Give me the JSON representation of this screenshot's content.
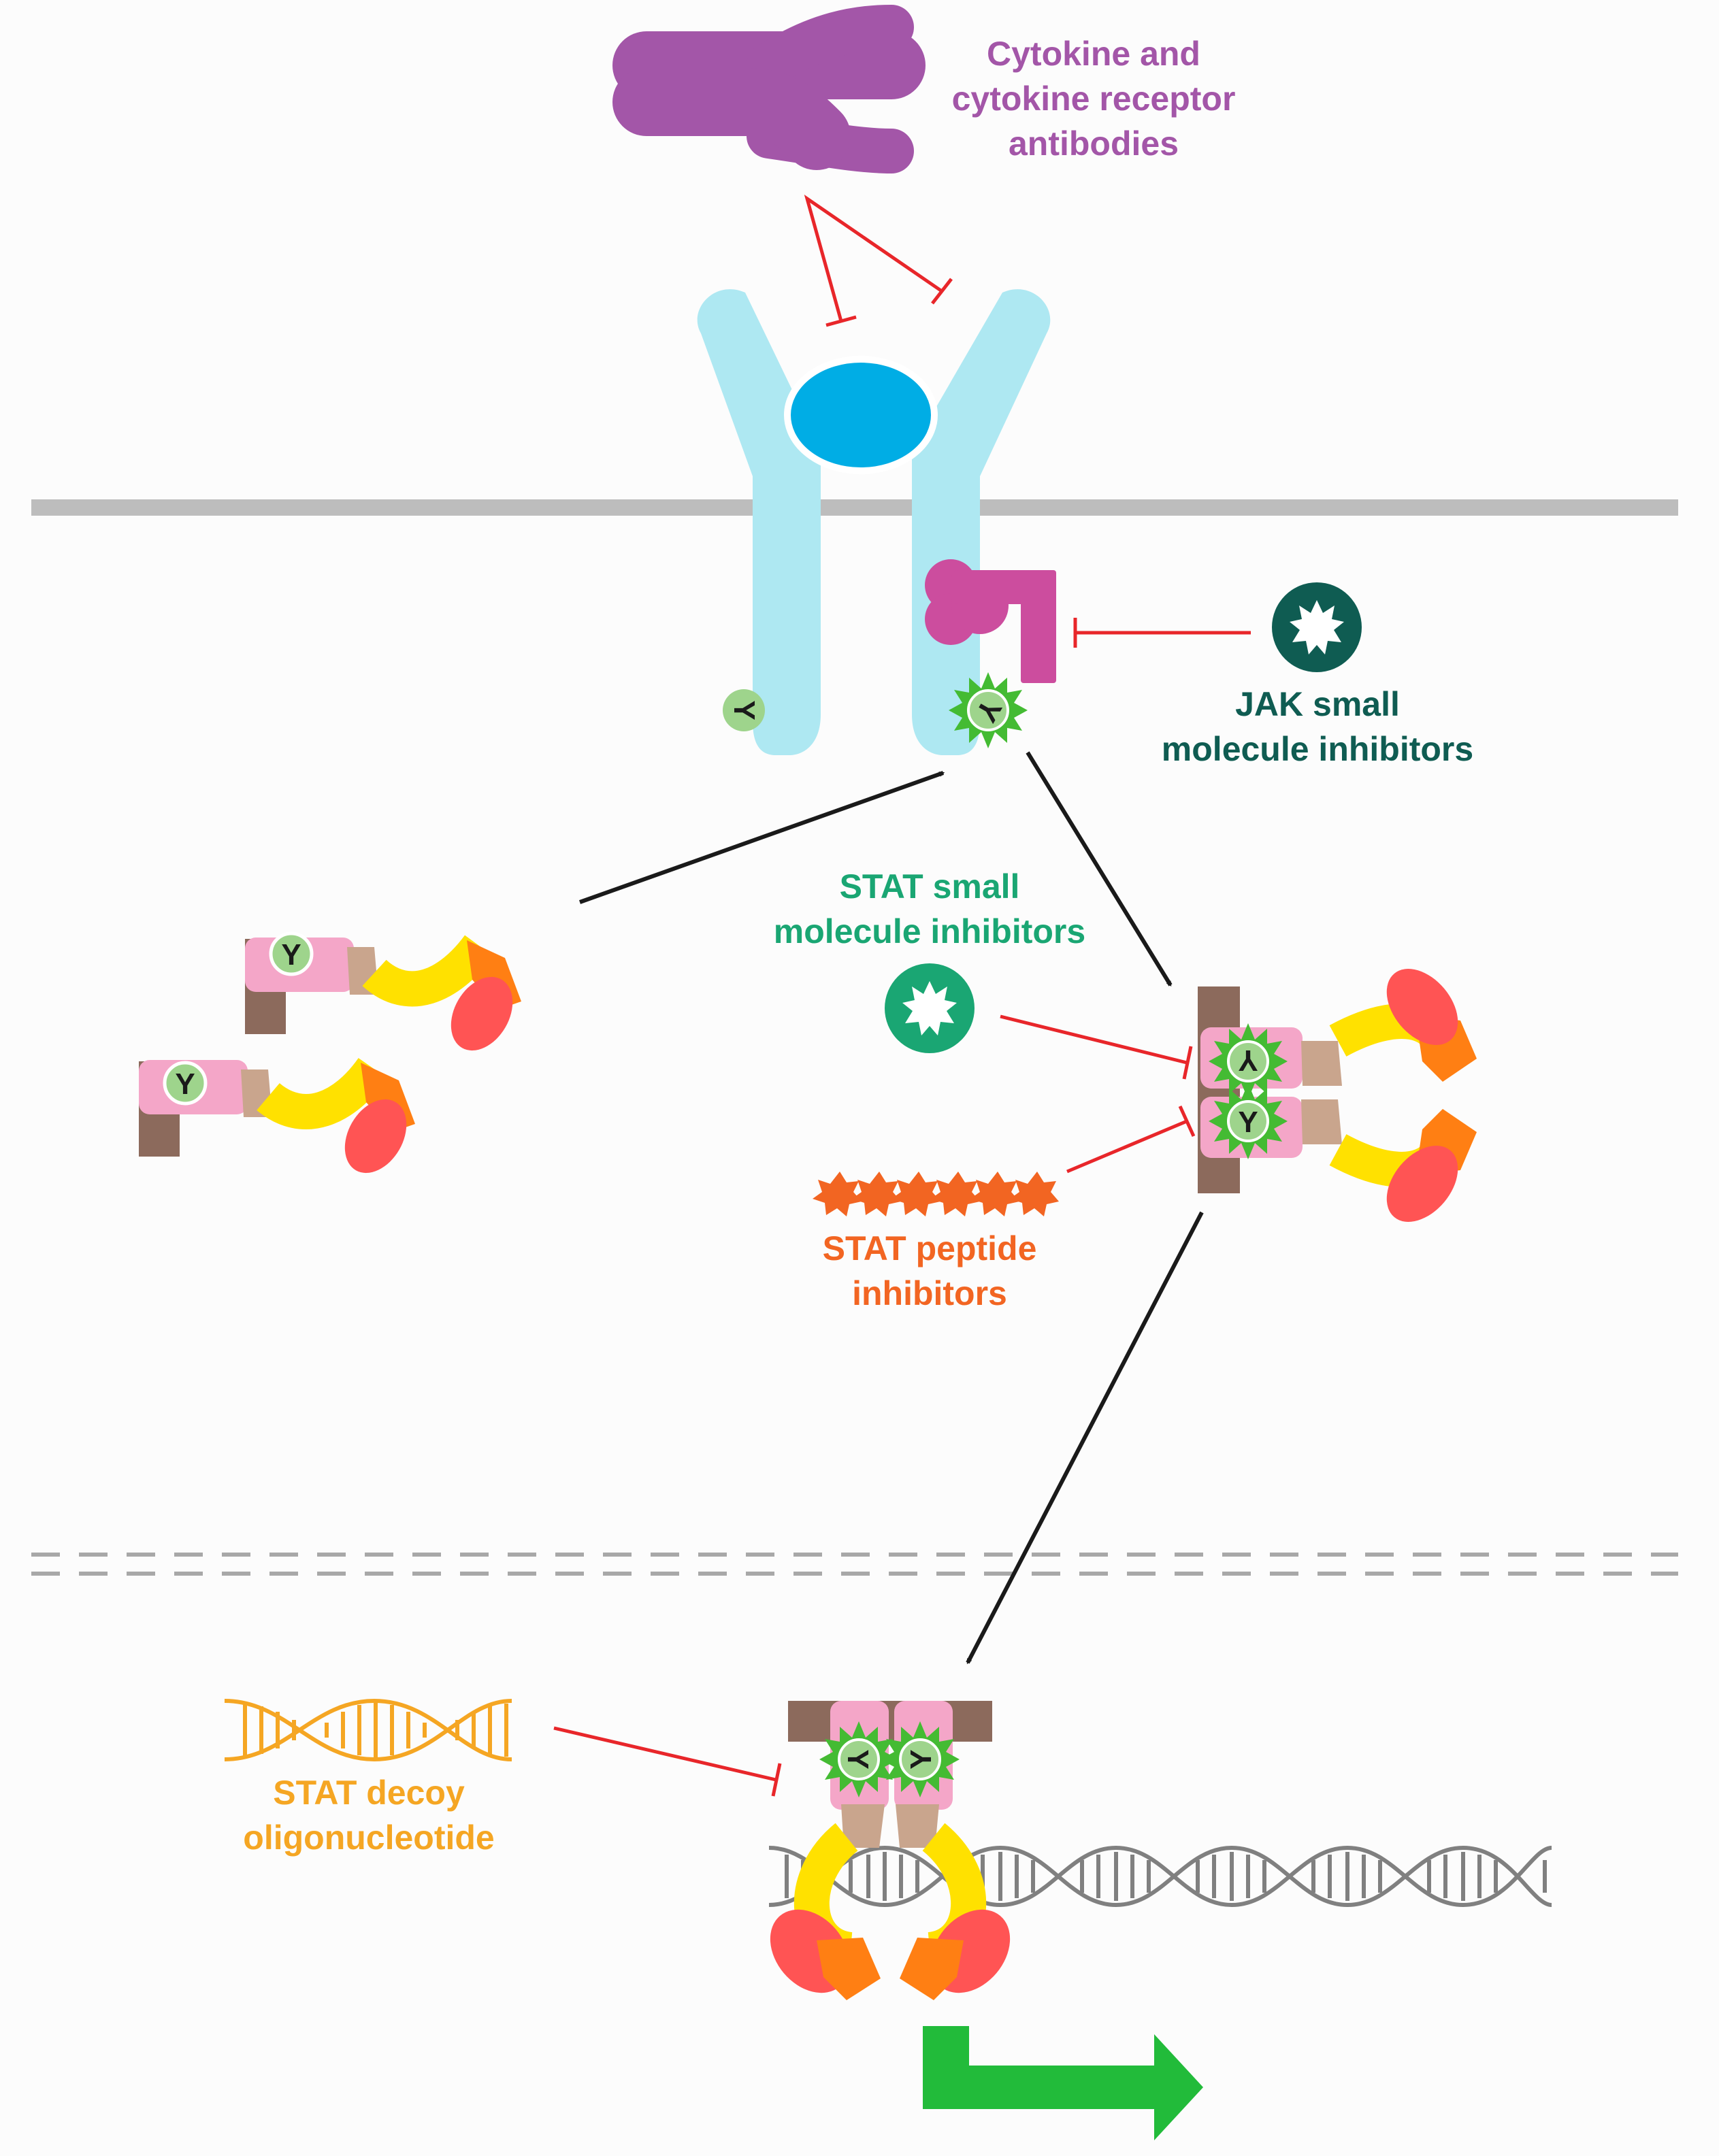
{
  "labels": {
    "antibody": [
      "Cytokine and",
      "cytokine receptor",
      "antibodies"
    ],
    "jak": [
      "JAK small",
      "molecule inhibitors"
    ],
    "stat_small": [
      "STAT small",
      "molecule inhibitors"
    ],
    "stat_peptide": [
      "STAT peptide",
      "inhibitors"
    ],
    "stat_decoy": [
      "STAT decoy",
      "oligonucleotide"
    ]
  },
  "residue_letter": "Y",
  "colors": {
    "antibody": "#a356a8",
    "receptor": "#aee8f2",
    "cytokine": "#00ade5",
    "membrane": "#bdbdbd",
    "jak": "#cc4d9e",
    "jak_inhibitor": "#0f5c52",
    "stat_small_inhibitor": "#1aa673",
    "stat_peptide_inhibitor": "#f26522",
    "stat_decoy": "#f5a623",
    "inhibition": "#e8262a",
    "arrow": "#1a1a1a",
    "dna": "#808080",
    "transcription": "#22bb3a",
    "stat_pink": "#f4a6c8",
    "stat_brown": "#8c6a5c",
    "stat_tan": "#c9a58d",
    "stat_yellow": "#ffe100",
    "stat_orange": "#ff7f13",
    "stat_red": "#ff5454",
    "phospho_green": "#44bb33",
    "tyrosine": "#9ed48c"
  },
  "icons": [
    "y-antibody-icon",
    "cytokine-receptor-icon",
    "cytokine-icon",
    "jak-kinase-icon",
    "jak-inhibitor-icon",
    "stat-inhibitor-icon",
    "peptide-chain-icon",
    "dna-helix-icon",
    "transcription-arrow-icon",
    "phospho-tyrosine-icon"
  ]
}
